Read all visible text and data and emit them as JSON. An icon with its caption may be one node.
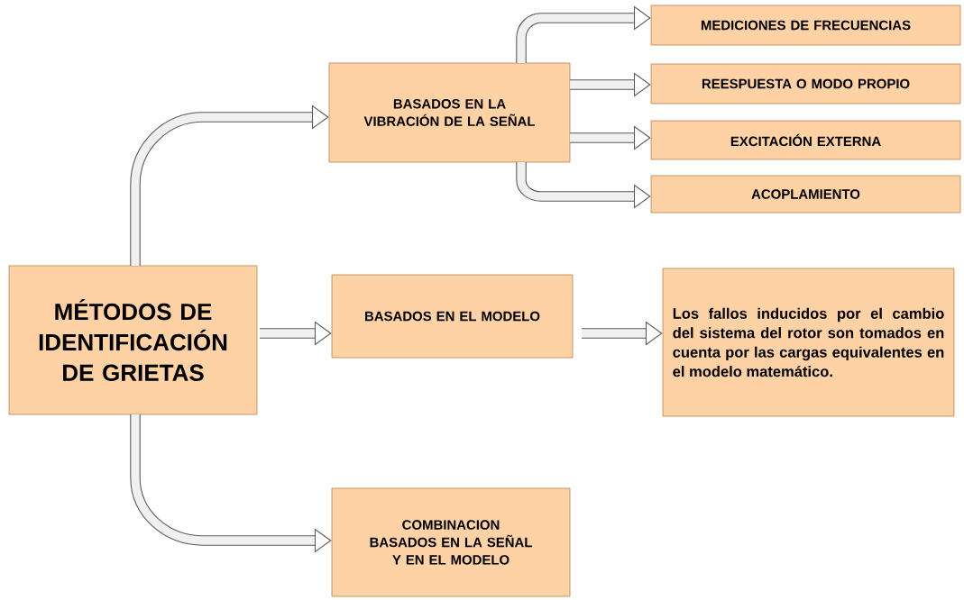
{
  "diagram": {
    "nodes": [
      {
        "text": [
          "MÉTODOS DE IDENTIFICACIÓN DE GRIETAS"
        ]
      },
      {
        "text": [
          "BASADOS EN LA VIBRACIÓN DE LA SEÑAL"
        ]
      },
      {
        "text": [
          "MEDICIONES DE FRECUENCIAS"
        ]
      },
      {
        "text": [
          "REESPUESTA O MODO PROPIO"
        ]
      },
      {
        "text": [
          "EXCITACIÓN EXTERNA"
        ]
      },
      {
        "text": [
          "ACOPLAMIENTO"
        ]
      },
      {
        "text": [
          "BASADOS EN EL MODELO"
        ]
      },
      {
        "text": [
          "Los fallos inducidos por el cambio del sistema del rotor son tomados en cuenta por las cargas equivalentes en el modelo matemático."
        ]
      },
      {
        "text": [
          "COMBINACION BASADOS EN LA SEÑAL Y EN EL MODELO"
        ]
      }
    ],
    "edges": [
      {
        "from": 0,
        "to": 1,
        "arrow": "to"
      },
      {
        "from": 1,
        "to": 2,
        "arrow": "to"
      },
      {
        "from": 1,
        "to": 3,
        "arrow": "to"
      },
      {
        "from": 1,
        "to": 4,
        "arrow": "to"
      },
      {
        "from": 1,
        "to": 5,
        "arrow": "to"
      },
      {
        "from": 0,
        "to": 6,
        "arrow": "to"
      },
      {
        "from": 6,
        "to": 7,
        "arrow": "to"
      },
      {
        "from": 0,
        "to": 8,
        "arrow": "to"
      }
    ]
  }
}
